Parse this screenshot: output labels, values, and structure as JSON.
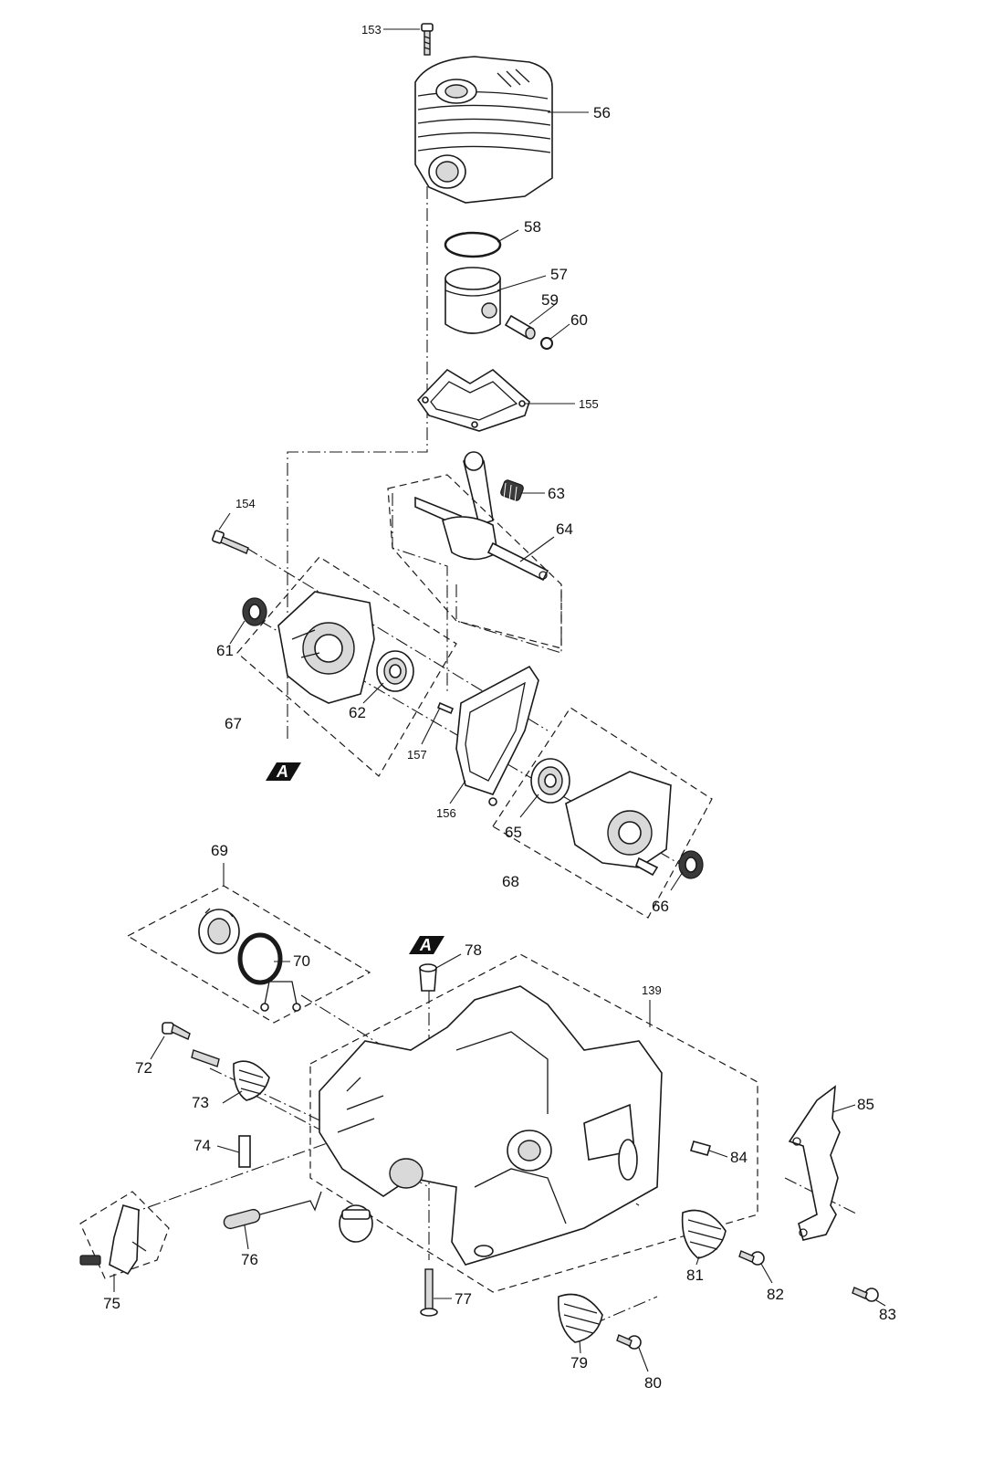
{
  "callouts": {
    "p153": "153",
    "p56": "56",
    "p58": "58",
    "p57": "57",
    "p59": "59",
    "p60": "60",
    "p155": "155",
    "p154": "154",
    "p63": "63",
    "p64": "64",
    "p61": "61",
    "p67": "67",
    "p62": "62",
    "p157": "157",
    "p156": "156",
    "p65": "65",
    "p68": "68",
    "p66": "66",
    "p69": "69",
    "p70": "70",
    "p78": "78",
    "p139": "139",
    "p72": "72",
    "p73": "73",
    "p74": "74",
    "p75": "75",
    "p76": "76",
    "p77": "77",
    "p79": "79",
    "p80": "80",
    "p81": "81",
    "p82": "82",
    "p83": "83",
    "p84": "84",
    "p85": "85"
  },
  "reference_markers": {
    "top": "A",
    "bottom": "A"
  }
}
